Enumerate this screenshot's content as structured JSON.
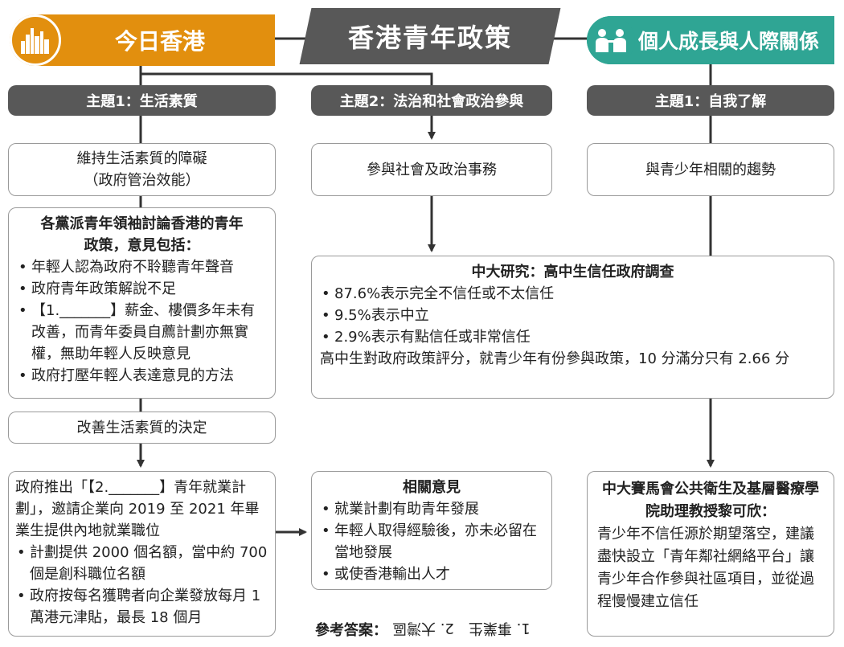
{
  "headers": {
    "left": "今日香港",
    "center": "香港青年政策",
    "right": "個人成長與人際關係"
  },
  "themes": {
    "left": "主題1：生活素質",
    "center": "主題2：法治和社會政治參與",
    "right": "主題1：自我了解"
  },
  "boxes": {
    "barriers": {
      "line1": "維持生活素質的障礙",
      "line2": "（政府管治效能）"
    },
    "leaders": {
      "title1": "各黨派青年領袖討論香港的青年",
      "title2": "政策，意見包括：",
      "items": [
        "年輕人認為政府不聆聽青年聲音",
        "政府青年政策解說不足",
        "【1._______】薪金、樓價多年未有改善，而青年委員自薦計劃亦無實權，無助年輕人反映意見",
        "政府打壓年輕人表達意見的方法"
      ]
    },
    "improve": "改善生活素質的決定",
    "gov": {
      "text": "政府推出「【2._______】青年就業計劃」，邀請企業向 2019 至 2021 年畢業生提供內地就業職位",
      "items": [
        "計劃提供 2000 個名額，當中約 700 個是創科職位名額",
        "政府按每名獲聘者向企業發放每月 1 萬港元津貼，最長 18 個月"
      ]
    },
    "participate": "參與社會及政治事務",
    "survey": {
      "title": "中大研究：高中生信任政府調查",
      "items": [
        "87.6%表示完全不信任或不太信任",
        "9.5%表示中立",
        "2.9%表示有點信任或非常信任"
      ],
      "text": "高中生對政府政策評分，就青少年有份參與政策，10 分滿分只有 2.66 分"
    },
    "trends": "與青少年相關的趨勢",
    "opinions": {
      "title": "相關意見",
      "items": [
        "就業計劃有助青年發展",
        "年輕人取得經驗後，亦未必留在當地發展",
        "或使香港輸出人才"
      ]
    },
    "expert": {
      "title": "中大賽馬會公共衛生及基層醫療學院助理教授黎可欣：",
      "text": "青少年不信任源於期望落空，建議盡快設立「青年鄰社網絡平台」讓青少年合作參與社區項目，並從過程慢慢建立信任"
    }
  },
  "answer": {
    "label": "參考答案：",
    "flipped": "1. 事業生　2. 大灣區"
  },
  "colors": {
    "orange": "#e28f0e",
    "dark_gray": "#585858",
    "teal": "#2fa594",
    "border": "#9a9a9a",
    "connector": "#333333"
  },
  "icons": {
    "left": "city-skyline-icon",
    "right": "people-icon"
  }
}
